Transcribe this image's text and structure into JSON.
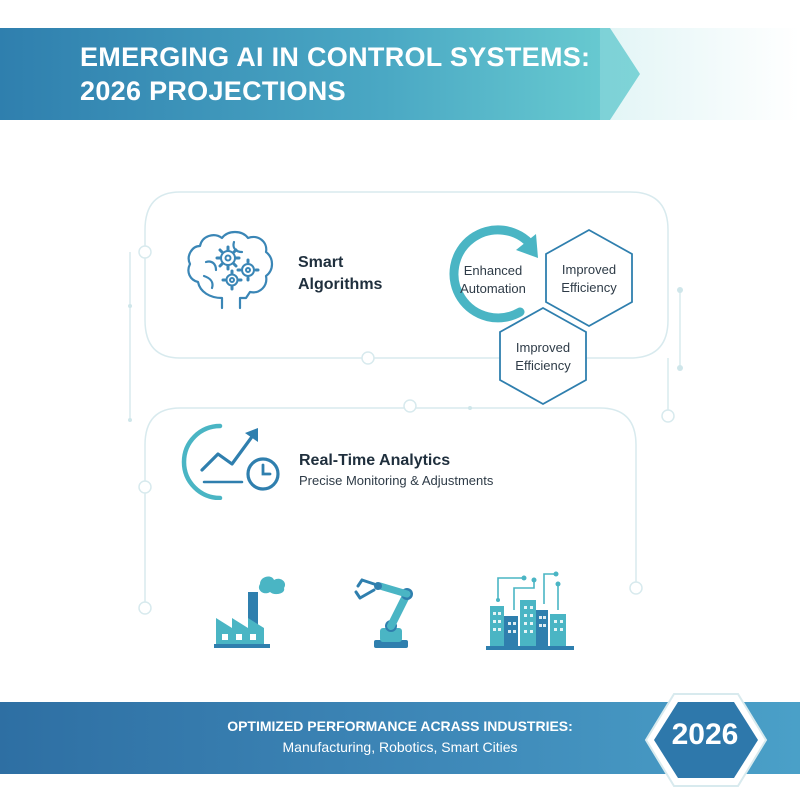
{
  "header": {
    "title_line1": "EMERGING AI IN CONTROL SYSTEMS:",
    "title_line2": "2026 PROJECTIONS"
  },
  "smart_algorithms": {
    "title_line1": "Smart",
    "title_line2": "Algorithms"
  },
  "cycle": {
    "line1": "Enhanced",
    "line2": "Automation"
  },
  "hexagons": [
    {
      "line1": "Improved",
      "line2": "Efficiency"
    },
    {
      "line1": "Improved",
      "line2": "Efficiency"
    }
  ],
  "analytics": {
    "title": "Real-Time Analytics",
    "subtitle": "Precise Monitoring & Adjustments"
  },
  "footer": {
    "title": "OPTIMIZED PERFORMANCE ACRASS INDUSTRIES:",
    "subtitle": "Manufacturing, Robotics, Smart Cities",
    "year": "2026"
  },
  "icons": [
    "brain-gears-icon",
    "analytics-chart-icon",
    "factory-icon",
    "robot-arm-icon",
    "smart-city-icon"
  ],
  "colors": {
    "primary_blue": "#2f7fae",
    "teal": "#4ab5c4",
    "dark_text": "#1f2f3d",
    "line": "#d5e8ec"
  }
}
